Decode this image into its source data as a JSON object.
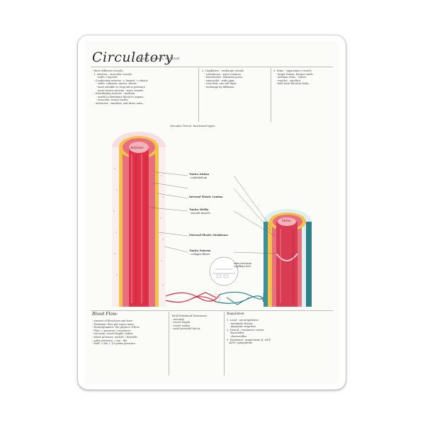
{
  "title": "Circulatory",
  "subtitle": "- heart, vessels, & blood",
  "top_left_notes": "- three different vessels:\n  1. Arteries - muscular vessels\n     - walls 3 layered\n  - Conducting arteries -> largest -> elastic\n     - walls: common, tunica, elastic\n     - most suitable to respond to pressure\n     - more tunica externa - more vessels\n  - Distributing arteries - medium\n     - useful to distribute blood to organs\n     - muscular, tunica media\n  - Arterioles - smallest, and these ones...",
  "top_mid_notes": "2. Capillaries - exchange vessels\n   - continuous - most common\n   - fenestrated - filtration pores\n   - sinusoidal - wide gaps\n   - very thin, one cell layer\n   - exchange by diffusion",
  "top_right_notes": "3. Veins - capacitance vessels\n   - larger lumen, thinner walls\n   - medium veins - valves\n   - venules - smallest\n   - hold most blood in body",
  "center_header": "Vascular Tissue: functional types",
  "labels": [
    "Tunica Intima",
    "- endothelium",
    "Internal Elastic Lamina",
    "Tunica Media",
    "- smooth muscle",
    "External Elastic Membrane",
    "Tunica Externa",
    "- collagen fibers"
  ],
  "vessel_labels": {
    "artery": "Arteries",
    "vein": "Veins"
  },
  "capillary_notes": "vasa vasorum\ncapillary bed",
  "bottom_left_header": "Blood Flow:",
  "bottom_left_notes": "- amount of blood per unit time\n- Perfusion: flow per tissue mass\n- Hemodynamics: the physics of flow\n- Flow = pressure / resistance\n- viscosity, vessel length, radius\n- blood pressure: systolic / diastolic\n- pulse pressure = sys - dia\n- MAP = dia + 1/3 pulse pressure",
  "bottom_mid_notes": "Total Peripheral Resistance:\n- viscosity\n- vessel length\n- vessel radius\n- most powerful factor",
  "bottom_right_header": "Regulation",
  "bottom_right_notes": "1. Local - autoregulation\n   - metabolic theory\n   - myogenic response\n2. Neural - vasomotor center\n   - baroreflex\n   - chemoreflex\n3. Hormonal - angiotensin II, ANP,\n   ADH, epinephrine",
  "colors": {
    "artery_lumen": "#e0314a",
    "artery_wall": "#f2b8be",
    "muscle": "#e8707e",
    "elastic": "#f2c24e",
    "vein_lumen": "#d83c52",
    "vein_outer": "#2f7f89",
    "paper": "#fbfbf8"
  }
}
